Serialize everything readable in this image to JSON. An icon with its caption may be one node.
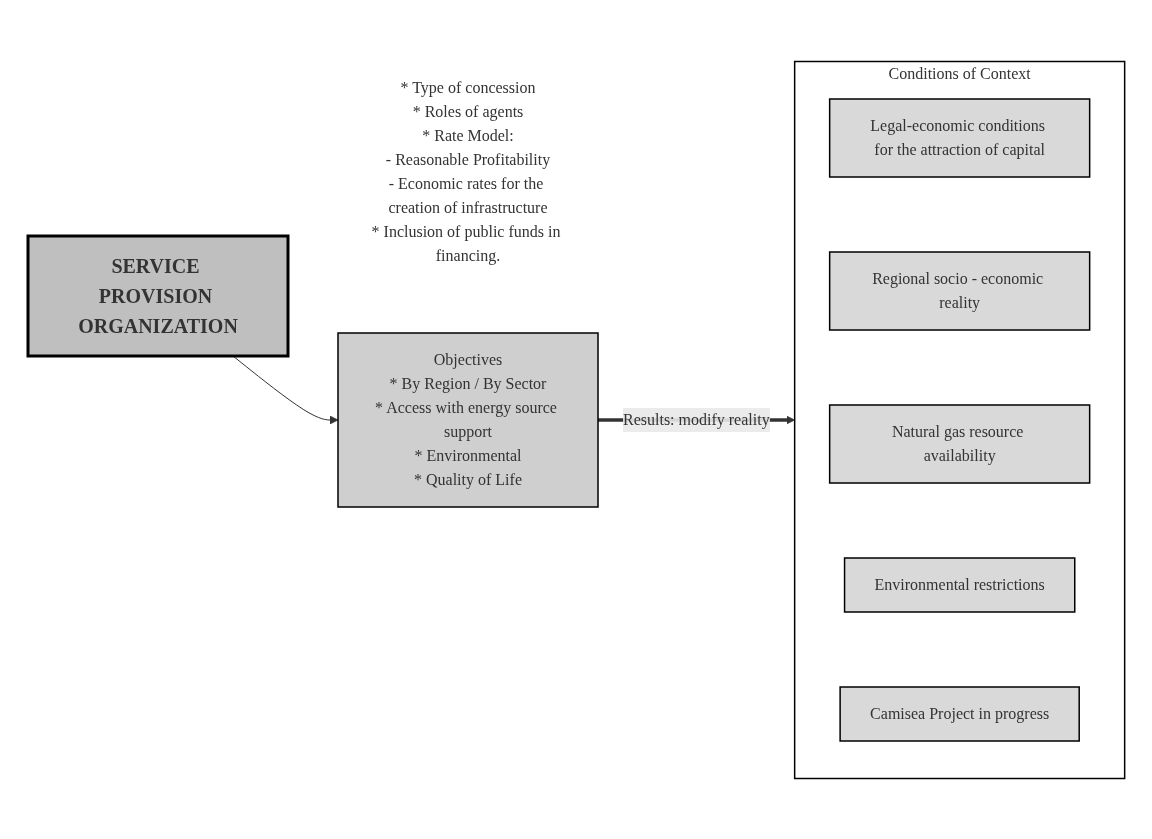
{
  "diagram": {
    "nodes": [
      {
        "text": [
          "Conditions of Context"
        ]
      },
      {
        "text": [
          "Legal-economic conditions for the attraction of capital"
        ],
        "in": 0
      },
      {
        "text": [
          "Regional socio - economic reality"
        ],
        "in": 0
      },
      {
        "text": [
          "Natural gas resource availability"
        ],
        "in": 0
      },
      {
        "text": [
          "Environmental restrictions"
        ],
        "in": 0
      },
      {
        "text": [
          "Camisea Project in progress"
        ],
        "in": 0
      },
      {
        "text": [
          "SERVICE PROVISION ORGANIZATION"
        ],
        "beside": [
          "* Type of concession",
          "* Roles of agents",
          "* Rate Model:",
          "- Reasonable Profitability",
          "- Economic rates for the creation of infrastructure",
          "* Inclusion of public funds in financing."
        ]
      },
      {
        "text": [
          "Objectives",
          "* By Region / By Sector",
          "* Access with energy source support",
          "* Environmental",
          "* Quality of Life"
        ]
      }
    ],
    "edges": [
      {
        "from": 6,
        "to": 7,
        "arrow": "to"
      },
      {
        "from": 7,
        "to": 0,
        "arrow": "to",
        "label": "Results: modify reality",
        "style": "thick"
      }
    ]
  }
}
